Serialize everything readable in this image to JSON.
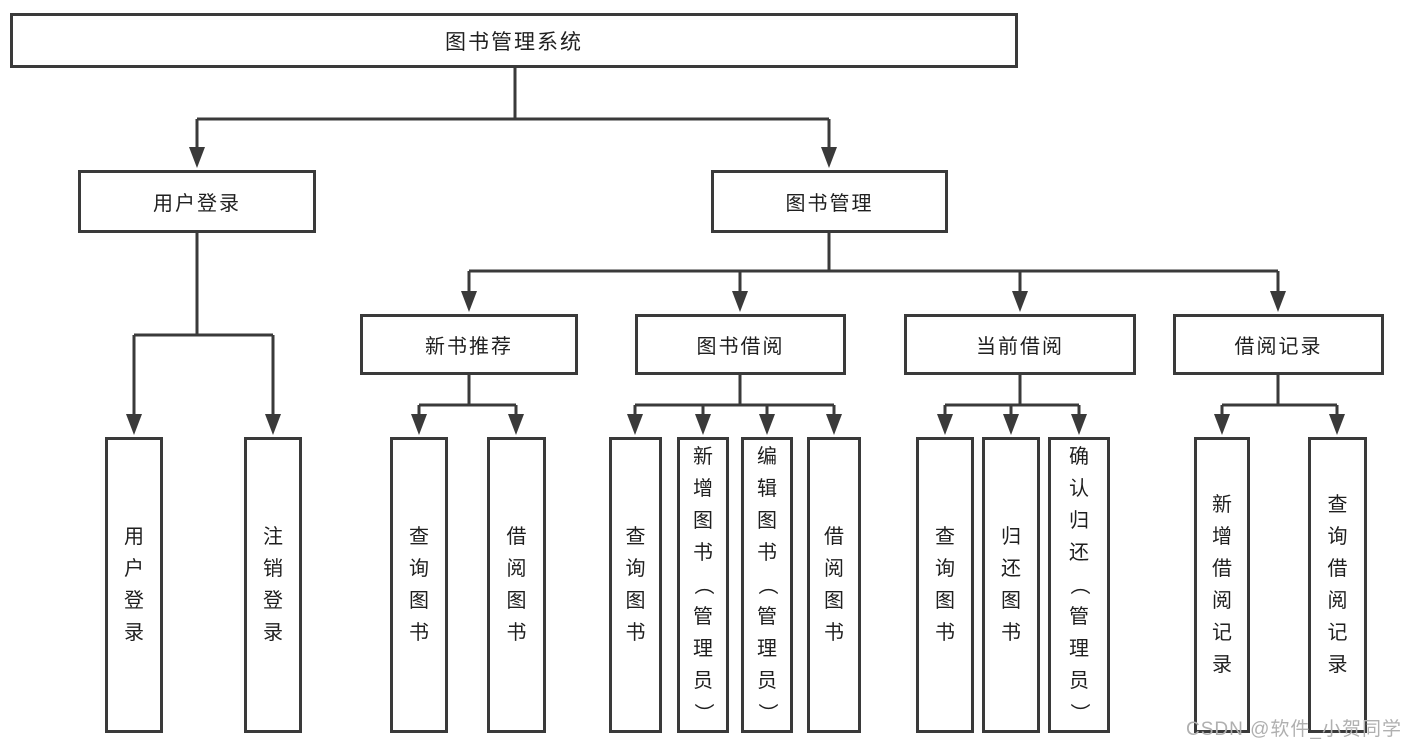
{
  "colors": {
    "line": "#3a3a3a",
    "box_background": "#ffffff",
    "text": "#1f1f1f",
    "watermark": "#b0b0b0",
    "background": "#ffffff"
  },
  "nodes": {
    "root": "图书管理系统",
    "level2": {
      "user_login": "用户登录",
      "book_mgmt": "图书管理"
    },
    "level3": {
      "new_book_rec": "新书推荐",
      "book_borrow": "图书借阅",
      "current_borrow": "当前借阅",
      "borrow_records": "借阅记录"
    },
    "leaves": {
      "user_login_children": [
        "用户登录",
        "注销登录"
      ],
      "new_book_rec_children": [
        "查询图书",
        "借阅图书"
      ],
      "book_borrow_children": [
        "查询图书",
        "新增图书（管理员）",
        "编辑图书（管理员）",
        "借阅图书"
      ],
      "current_borrow_children": [
        "查询图书",
        "归还图书",
        "确认归还（管理员）"
      ],
      "borrow_records_children": [
        "新增借阅记录",
        "查询借阅记录"
      ]
    }
  },
  "watermark": "CSDN @软件_小贺同学"
}
